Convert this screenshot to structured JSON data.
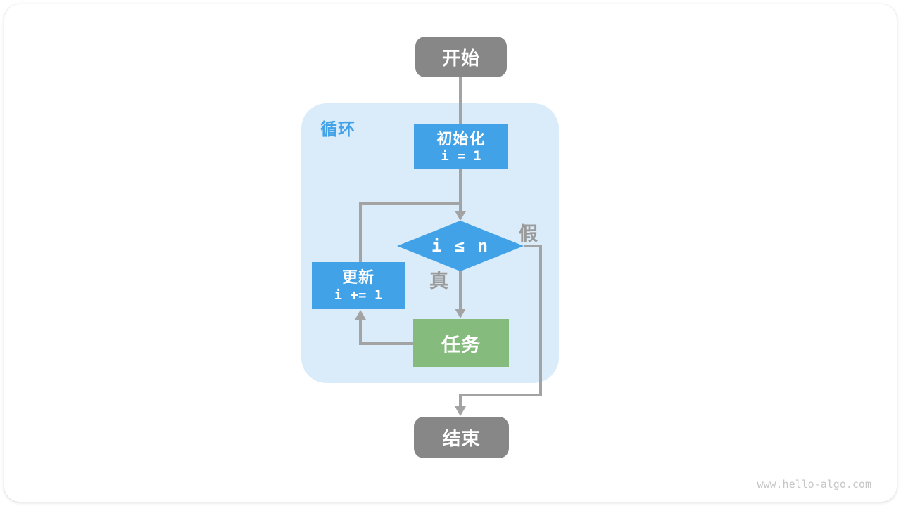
{
  "flowchart": {
    "start": {
      "label": "开始"
    },
    "loop_region": {
      "label": "循环"
    },
    "init": {
      "label": "初始化",
      "code": "i = 1"
    },
    "condition": {
      "code": "i ≤ n"
    },
    "branch_true": {
      "label": "真"
    },
    "branch_false": {
      "label": "假"
    },
    "task": {
      "label": "任务"
    },
    "update": {
      "label": "更新",
      "code": "i += 1"
    },
    "end": {
      "label": "结束"
    }
  },
  "watermark": "www.hello-algo.com",
  "colors": {
    "node_gray": "#878787",
    "node_blue": "#41A2E8",
    "node_green": "#86BB7E",
    "loop_region_bg": "#DAECFA",
    "connector": "#A3A3A3",
    "branch_label": "#9A9A9A",
    "loop_label": "#41A2E8",
    "watermark": "#C6C6C6"
  }
}
